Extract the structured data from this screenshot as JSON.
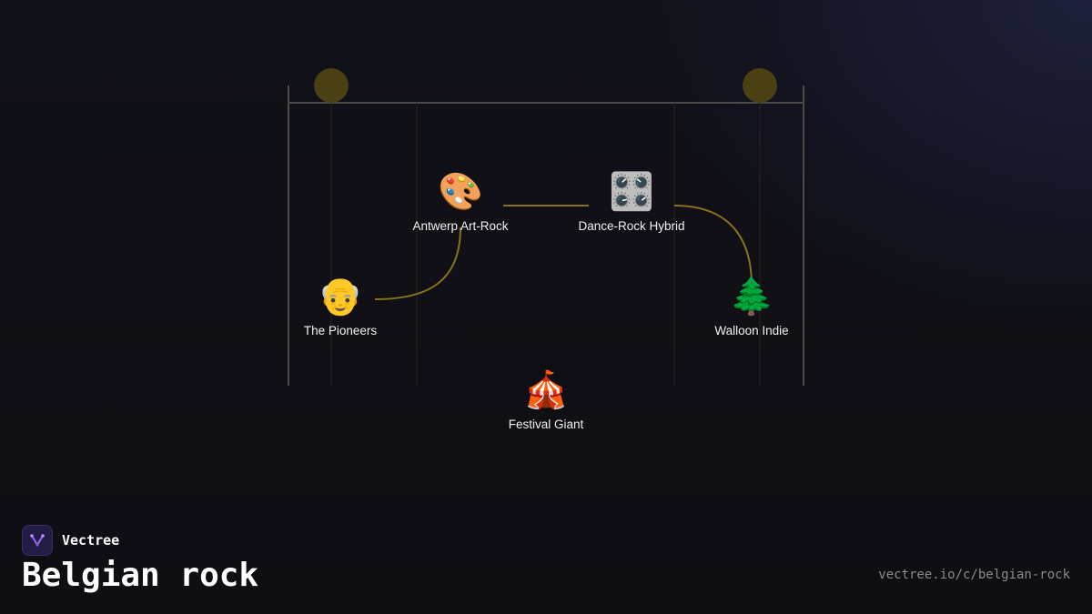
{
  "brand": {
    "name": "Vectree",
    "logo_icon": "vectree-logo-icon",
    "accent": "#a070ff"
  },
  "page": {
    "title": "Belgian rock",
    "url": "vectree.io/c/belgian-rock"
  },
  "colors": {
    "connector": "#8a7318",
    "stage_frame": "#4a4a4a",
    "spotlight": "#4a4014"
  },
  "diagram": {
    "nodes": [
      {
        "id": "pioneers",
        "label": "The Pioneers",
        "icon": "older-man-emoji",
        "glyph": "👴"
      },
      {
        "id": "antwerp",
        "label": "Antwerp Art-Rock",
        "icon": "palette-emoji",
        "glyph": "🎨"
      },
      {
        "id": "dance",
        "label": "Dance-Rock Hybrid",
        "icon": "control-knobs-emoji",
        "glyph": "🎛️"
      },
      {
        "id": "walloon",
        "label": "Walloon Indie",
        "icon": "evergreen-tree-emoji",
        "glyph": "🌲"
      },
      {
        "id": "festival",
        "label": "Festival Giant",
        "icon": "circus-tent-emoji",
        "glyph": "🎪"
      }
    ],
    "edges": [
      {
        "from": "pioneers",
        "to": "antwerp"
      },
      {
        "from": "antwerp",
        "to": "dance"
      },
      {
        "from": "dance",
        "to": "walloon"
      }
    ]
  }
}
